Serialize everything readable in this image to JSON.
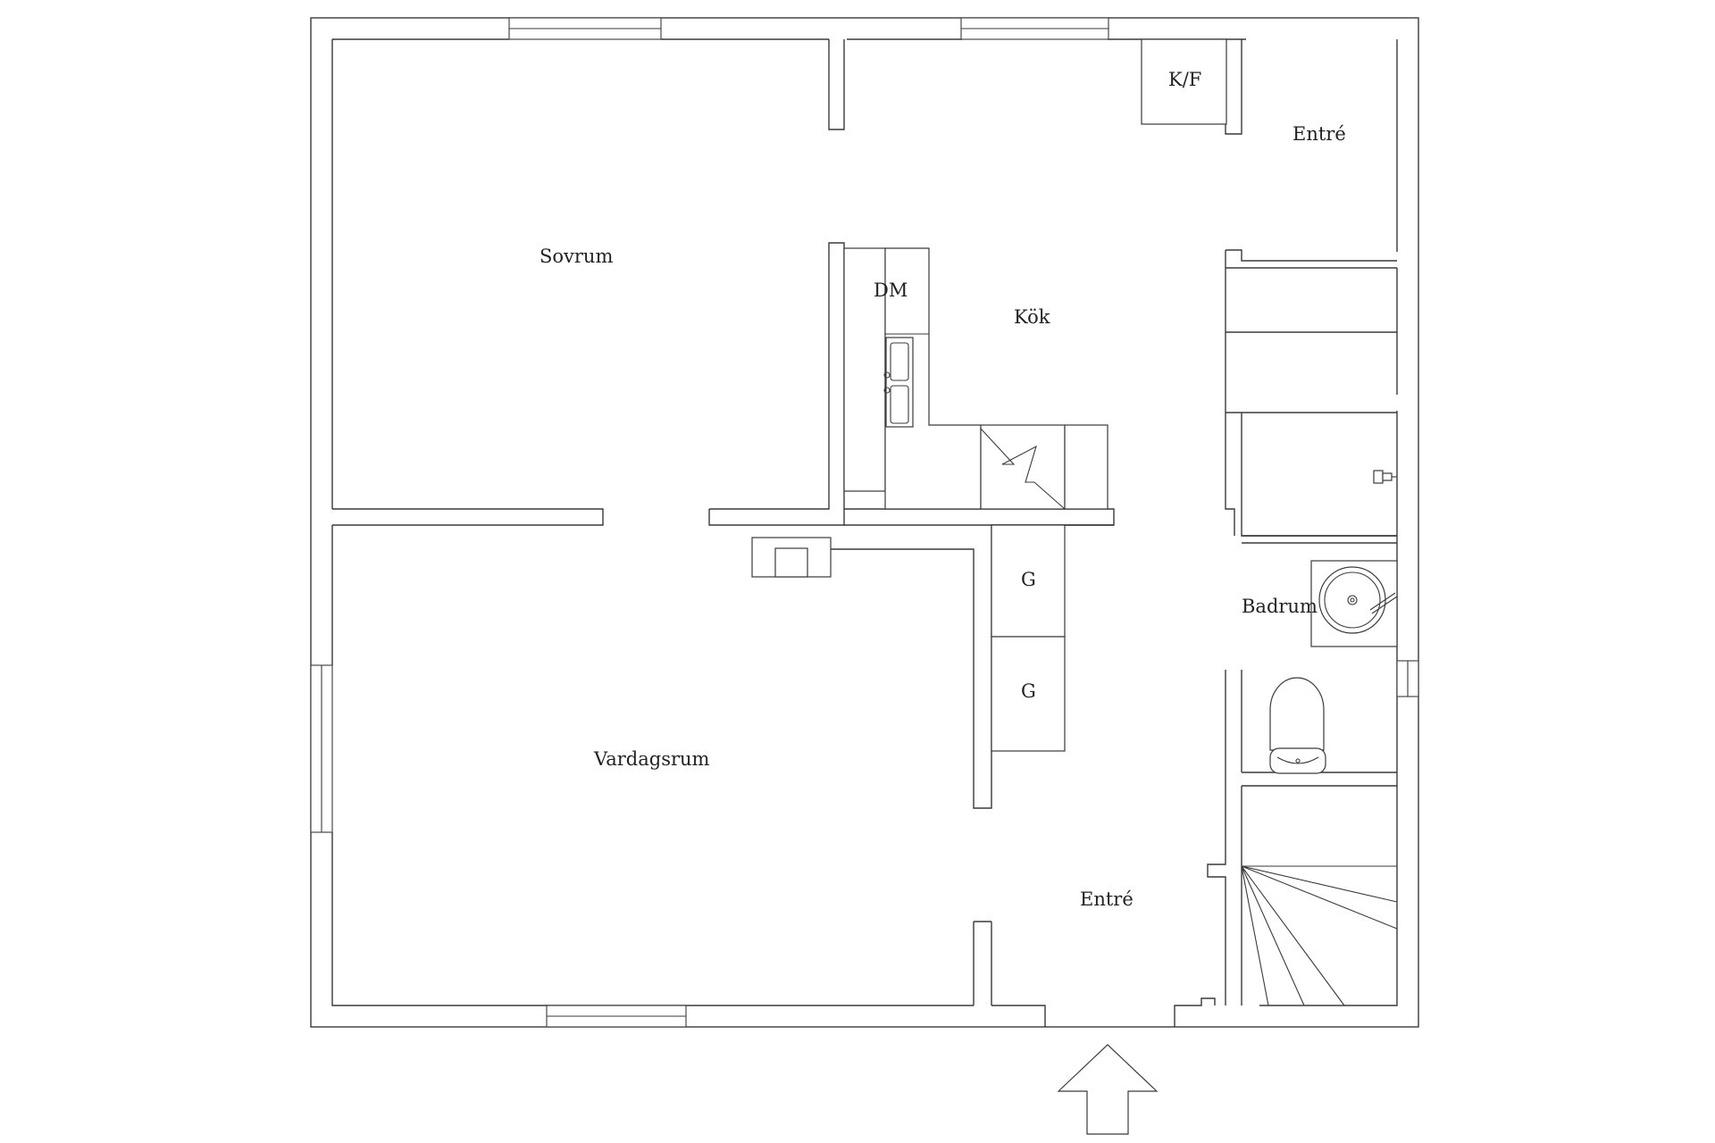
{
  "floorplan": {
    "rooms": {
      "sovrum": "Sovrum",
      "kok": "Kök",
      "vardagsrum": "Vardagsrum",
      "badrum": "Badrum",
      "entre_top": "Entré",
      "entre_bottom": "Entré"
    },
    "fixtures": {
      "kf": "K/F",
      "dm": "DM",
      "g_upper": "G",
      "g_lower": "G"
    },
    "entrance_arrow": "entrance-arrow-icon",
    "colors": {
      "line": "#3a3a3a",
      "background": "#ffffff",
      "text": "#222222"
    }
  }
}
